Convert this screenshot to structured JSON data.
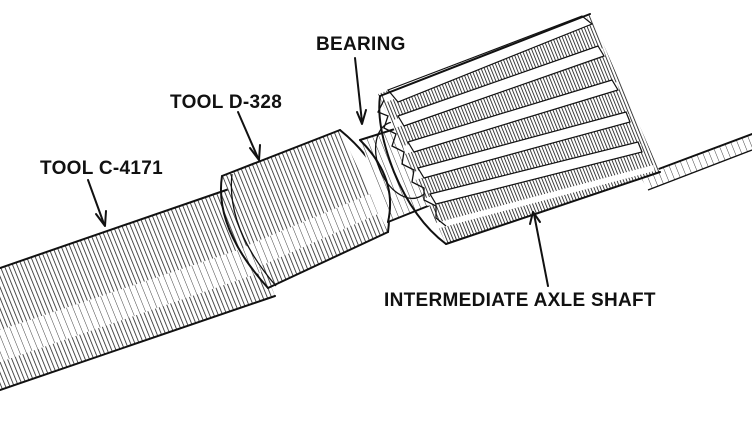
{
  "labels": {
    "bearing": "BEARING",
    "tool_d328": "TOOL D-328",
    "tool_c4171": "TOOL C-4171",
    "intermediate_axle_shaft": "INTERMEDIATE AXLE SHAFT"
  },
  "colors": {
    "ink": "#111111",
    "background": "#ffffff"
  }
}
